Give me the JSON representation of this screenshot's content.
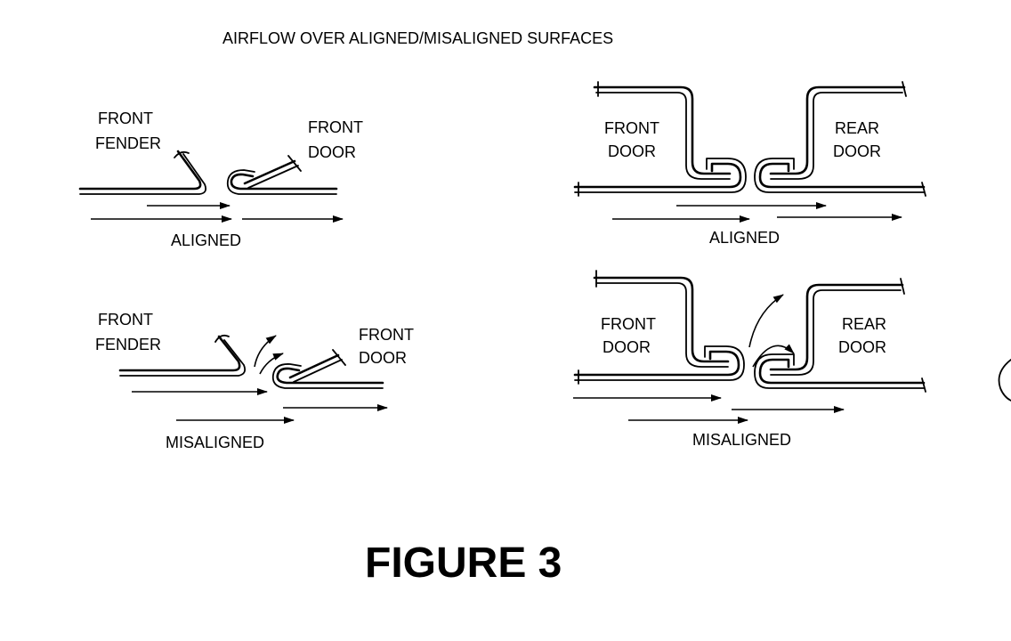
{
  "title": "AIRFLOW OVER ALIGNED/MISALIGNED SURFACES",
  "figure_label": "FIGURE 3",
  "panels": {
    "fender_aligned": {
      "label_left_1": "FRONT",
      "label_left_2": "FENDER",
      "label_right_1": "FRONT",
      "label_right_2": "DOOR",
      "caption": "ALIGNED"
    },
    "fender_misaligned": {
      "label_left_1": "FRONT",
      "label_left_2": "FENDER",
      "label_right_1": "FRONT",
      "label_right_2": "DOOR",
      "caption": "MISALIGNED"
    },
    "doors_aligned": {
      "label_left_1": "FRONT",
      "label_left_2": "DOOR",
      "label_right_1": "REAR",
      "label_right_2": "DOOR",
      "caption": "ALIGNED"
    },
    "doors_misaligned": {
      "label_left_1": "FRONT",
      "label_left_2": "DOOR",
      "label_right_1": "REAR",
      "label_right_2": "DOOR",
      "caption": "MISALIGNED"
    }
  },
  "colors": {
    "ink": "#000000",
    "paper": "#ffffff"
  }
}
